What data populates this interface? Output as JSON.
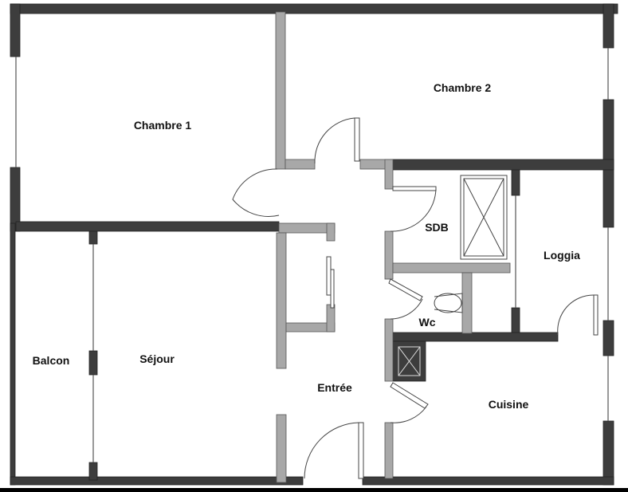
{
  "colors": {
    "exterior_wall": "#3d3d3d",
    "interior_wall": "#a8a8a8",
    "line": "#444444"
  },
  "rooms": {
    "chambre1": "Chambre 1",
    "chambre2": "Chambre 2",
    "sdb": "SDB",
    "loggia": "Loggia",
    "wc": "Wc",
    "balcon": "Balcon",
    "sejour": "Séjour",
    "entree": "Entrée",
    "cuisine": "Cuisine"
  }
}
